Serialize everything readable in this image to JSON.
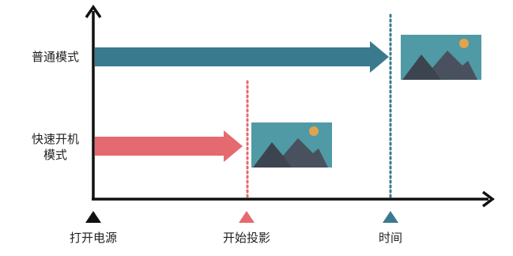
{
  "rows": [
    {
      "id": "normal",
      "label_lines": [
        "普通模式"
      ],
      "color": "#3a7a8f"
    },
    {
      "id": "fast",
      "label_lines": [
        "快速开机",
        "模式"
      ],
      "color": "#e46a70"
    }
  ],
  "markers": [
    {
      "id": "power-on",
      "label": "打开电源",
      "color": "#111111"
    },
    {
      "id": "start-projection",
      "label": "开始投影",
      "color": "#e46a70"
    },
    {
      "id": "time",
      "label": "时间",
      "color": "#3a7a8f"
    }
  ],
  "colors": {
    "axis": "#111111",
    "image_bg": "#4f9aa4",
    "mountain_dark": "#3c4450",
    "mountain_mid": "#545d69",
    "sun": "#e2a24e"
  },
  "icons": [
    "landscape-image-icon"
  ]
}
